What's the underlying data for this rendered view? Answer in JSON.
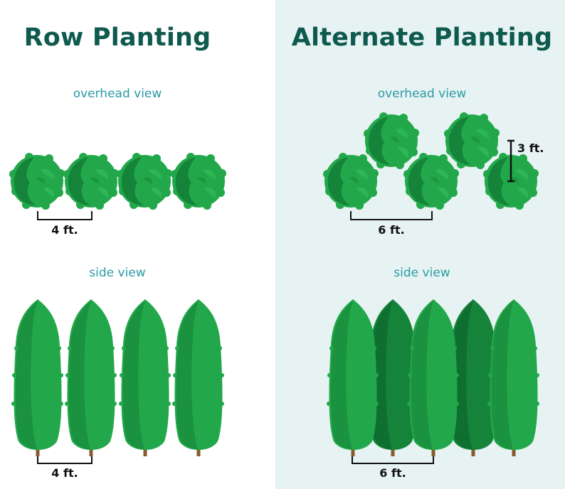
{
  "colors": {
    "title": "#0f5a4f",
    "subhead": "#2b9aa5",
    "right_background": "#e6f3f2",
    "tree_light": "#22a84a",
    "tree_dark": "#15843a",
    "tree_mid": "#1e9a43",
    "trunk": "#8a5a2e",
    "dimension_line": "#111111"
  },
  "left": {
    "title": "Row Planting",
    "overhead_label": "overhead view",
    "side_label": "side view",
    "overhead_spacing": "4 ft.",
    "side_spacing": "4 ft."
  },
  "right": {
    "title": "Alternate Planting",
    "overhead_label": "overhead view",
    "side_label": "side view",
    "overhead_spacing": "6 ft.",
    "row_offset": "3 ft.",
    "side_spacing": "6 ft."
  }
}
